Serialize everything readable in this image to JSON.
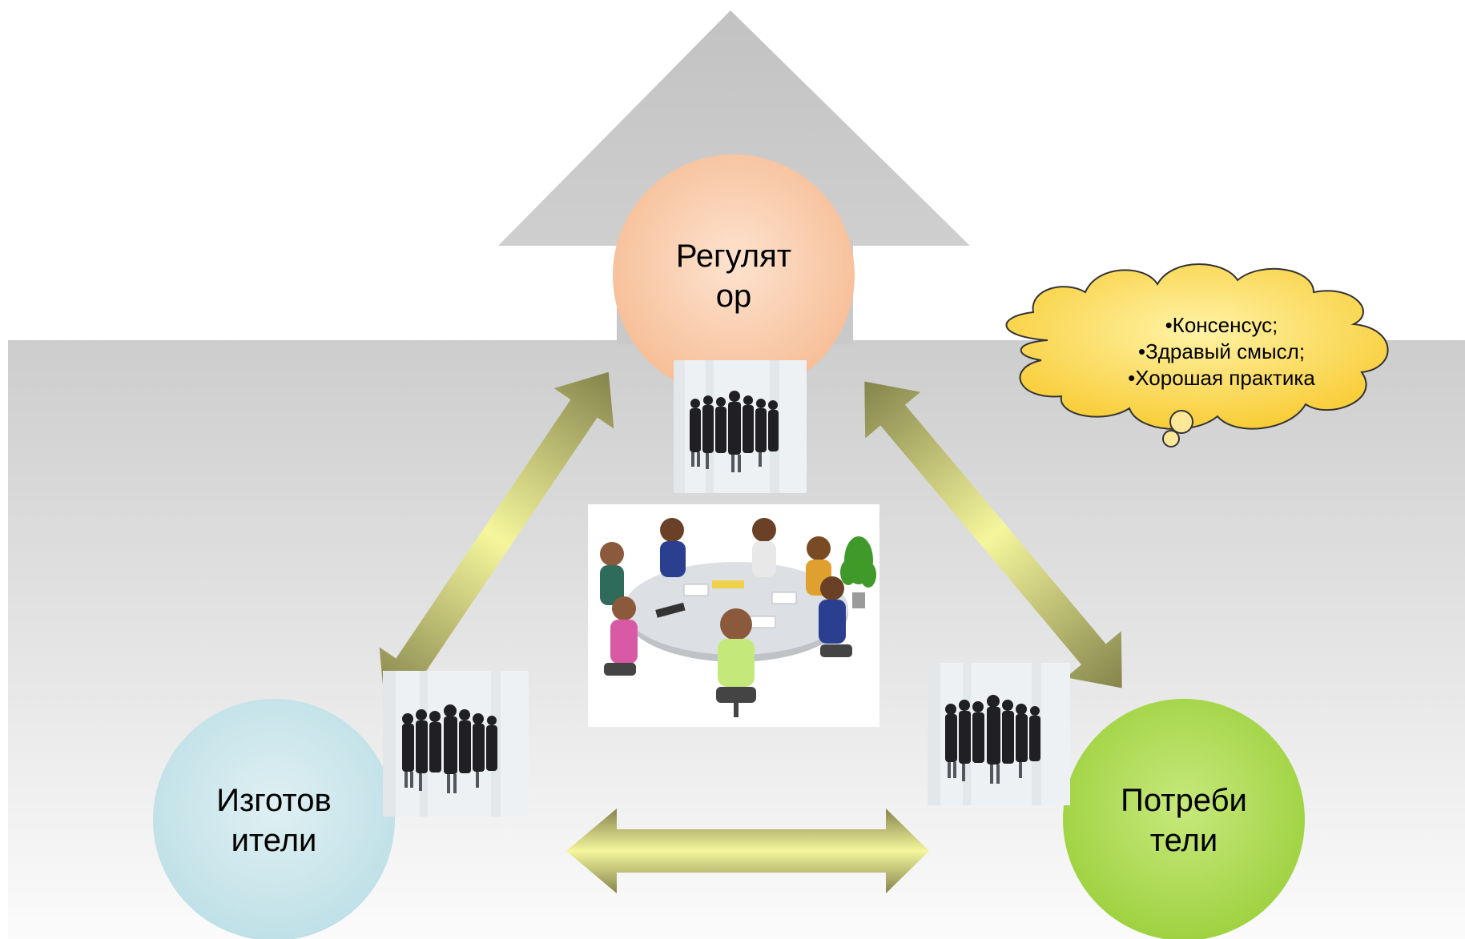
{
  "nodes": {
    "regulator": {
      "line1": "Регулят",
      "line2": "ор",
      "color": "#f7c8a6"
    },
    "manufacturers": {
      "line1": "Изготов",
      "line2": "ители",
      "color": "#c9e4ea"
    },
    "consumers": {
      "line1": "Потреби",
      "line2": "тели",
      "color": "#a8d84a"
    }
  },
  "cloud": {
    "items": [
      "•Консенсус;",
      "•Здравый смысл;",
      "•Хорошая практика"
    ],
    "color": "#fcd84c"
  },
  "icons": {
    "group_photo": "business-people-group-icon",
    "meeting": "round-table-meeting-icon"
  },
  "colors": {
    "house": "#c8c8c8",
    "arrow_dark": "#8a8a52",
    "arrow_light": "#f4f59a"
  }
}
